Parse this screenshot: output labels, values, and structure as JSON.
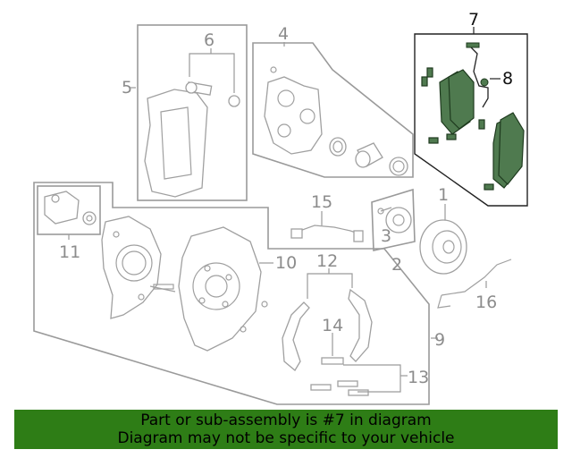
{
  "diagram": {
    "labels": {
      "n1": "1",
      "n2": "2",
      "n3": "3",
      "n4": "4",
      "n5": "5",
      "n6": "6",
      "n7": "7",
      "n8": "8",
      "n9": "9",
      "n10": "10",
      "n11": "11",
      "n12": "12",
      "n13": "13",
      "n14": "14",
      "n15": "15",
      "n16": "16"
    },
    "highlighted_part": "7",
    "colors": {
      "highlight_box": "#222222",
      "pad_fill": "#4f7a4f",
      "part_line": "#a0a0a0",
      "banner_bg": "#2e7d16"
    }
  },
  "banner": {
    "line1": "Part or sub-assembly is #7 in diagram",
    "line2": "Diagram may not be specific to your vehicle"
  }
}
